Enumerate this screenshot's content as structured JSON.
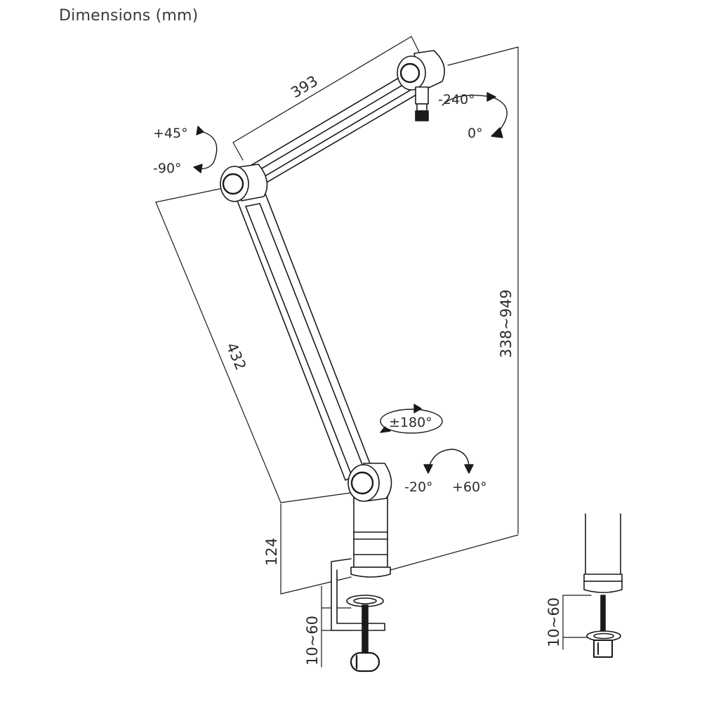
{
  "title": "Dimensions (mm)",
  "colors": {
    "stroke": "#1a1a1a",
    "fill": "#ffffff"
  },
  "dimensions": {
    "upper_arm": "393",
    "lower_arm": "432",
    "height_range": "338~949",
    "base_height": "124",
    "clamp_range": "10~60",
    "clamp_range_alt": "10~60"
  },
  "angles": {
    "top_pos": "-240°",
    "top_zero": "0°",
    "elbow_plus": "+45°",
    "elbow_minus": "-90°",
    "swivel": "±180°",
    "base_minus": "-20°",
    "base_plus": "+60°"
  }
}
